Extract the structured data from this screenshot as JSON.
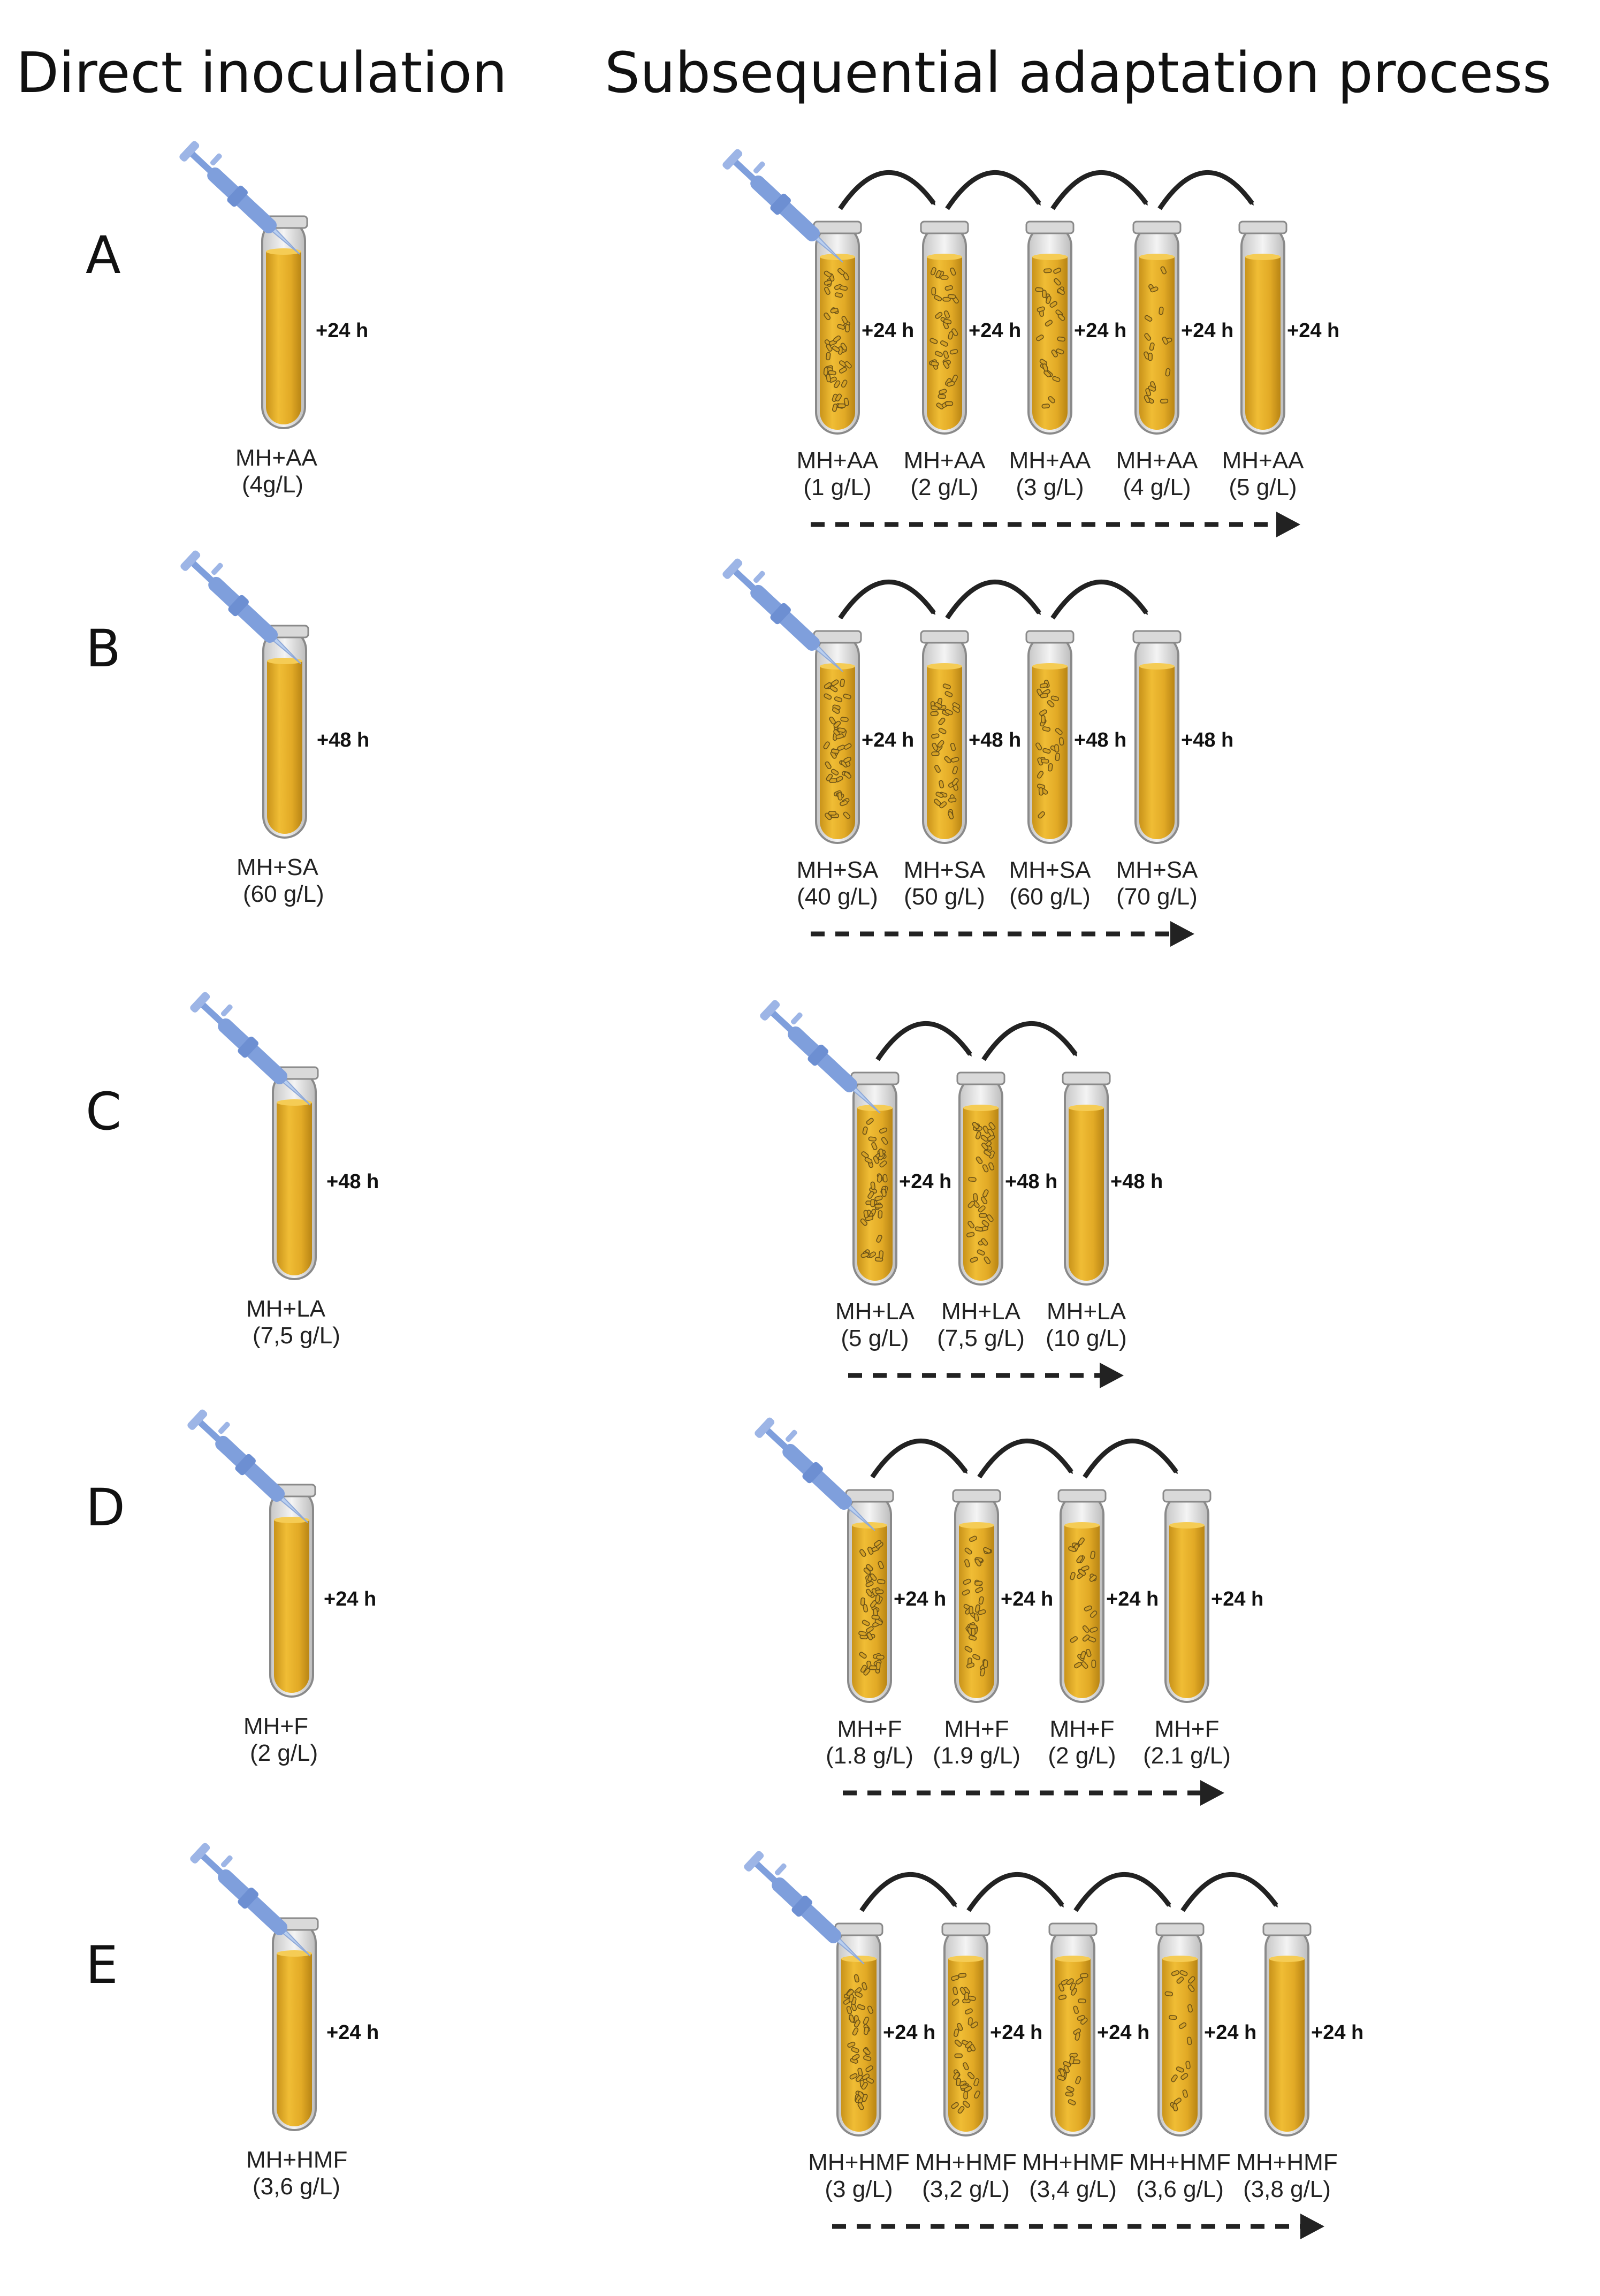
{
  "headers": {
    "direct": "Direct inoculation",
    "sequential": "Subsequential adaptation process"
  },
  "colors": {
    "liquid": "#e5b02a",
    "liquid_dark": "#b8860b",
    "pipette": "#7f9fdc",
    "arrow": "#222222"
  },
  "rows": [
    {
      "label": "A",
      "direct": {
        "time": "+24 h",
        "medium": "MH+AA",
        "conc": "(4g/L)"
      },
      "steps": [
        {
          "time": "+24 h",
          "medium": "MH+AA",
          "conc": "(1 g/L)",
          "density": 5
        },
        {
          "time": "+24 h",
          "medium": "MH+AA",
          "conc": "(2 g/L)",
          "density": 4
        },
        {
          "time": "+24 h",
          "medium": "MH+AA",
          "conc": "(3 g/L)",
          "density": 3
        },
        {
          "time": "+24 h",
          "medium": "MH+AA",
          "conc": "(4 g/L)",
          "density": 2
        },
        {
          "time": "+24 h",
          "medium": "MH+AA",
          "conc": "(5 g/L)",
          "density": 0
        }
      ]
    },
    {
      "label": "B",
      "direct": {
        "time": "+48 h",
        "medium": "MH+SA",
        "conc": "(60 g/L)"
      },
      "steps": [
        {
          "time": "+24 h",
          "medium": "MH+SA",
          "conc": "(40 g/L)",
          "density": 5
        },
        {
          "time": "+48 h",
          "medium": "MH+SA",
          "conc": "(50 g/L)",
          "density": 4
        },
        {
          "time": "+48 h",
          "medium": "MH+SA",
          "conc": "(60 g/L)",
          "density": 3
        },
        {
          "time": "+48 h",
          "medium": "MH+SA",
          "conc": "(70 g/L)",
          "density": 0
        }
      ]
    },
    {
      "label": "C",
      "direct": {
        "time": "+48 h",
        "medium": "MH+LA",
        "conc": "(7,5 g/L)"
      },
      "steps": [
        {
          "time": "+24 h",
          "medium": "MH+LA",
          "conc": "(5 g/L)",
          "density": 5
        },
        {
          "time": "+48 h",
          "medium": "MH+LA",
          "conc": "(7,5 g/L)",
          "density": 4
        },
        {
          "time": "+48 h",
          "medium": "MH+LA",
          "conc": "(10 g/L)",
          "density": 0
        }
      ]
    },
    {
      "label": "D",
      "direct": {
        "time": "+24 h",
        "medium": "MH+F",
        "conc": "(2 g/L)"
      },
      "steps": [
        {
          "time": "+24 h",
          "medium": "MH+F",
          "conc": "(1.8 g/L)",
          "density": 5
        },
        {
          "time": "+24 h",
          "medium": "MH+F",
          "conc": "(1.9 g/L)",
          "density": 4
        },
        {
          "time": "+24 h",
          "medium": "MH+F",
          "conc": "(2 g/L)",
          "density": 3
        },
        {
          "time": "+24 h",
          "medium": "MH+F",
          "conc": "(2.1 g/L)",
          "density": 0
        }
      ]
    },
    {
      "label": "E",
      "direct": {
        "time": "+24 h",
        "medium": "MH+HMF",
        "conc": "(3,6 g/L)"
      },
      "steps": [
        {
          "time": "+24 h",
          "medium": "MH+HMF",
          "conc": "(3 g/L)",
          "density": 5
        },
        {
          "time": "+24 h",
          "medium": "MH+HMF",
          "conc": "(3,2 g/L)",
          "density": 4
        },
        {
          "time": "+24 h",
          "medium": "MH+HMF",
          "conc": "(3,4 g/L)",
          "density": 3
        },
        {
          "time": "+24 h",
          "medium": "MH+HMF",
          "conc": "(3,6 g/L)",
          "density": 2
        },
        {
          "time": "+24 h",
          "medium": "MH+HMF",
          "conc": "(3,8 g/L)",
          "density": 0
        }
      ]
    }
  ]
}
